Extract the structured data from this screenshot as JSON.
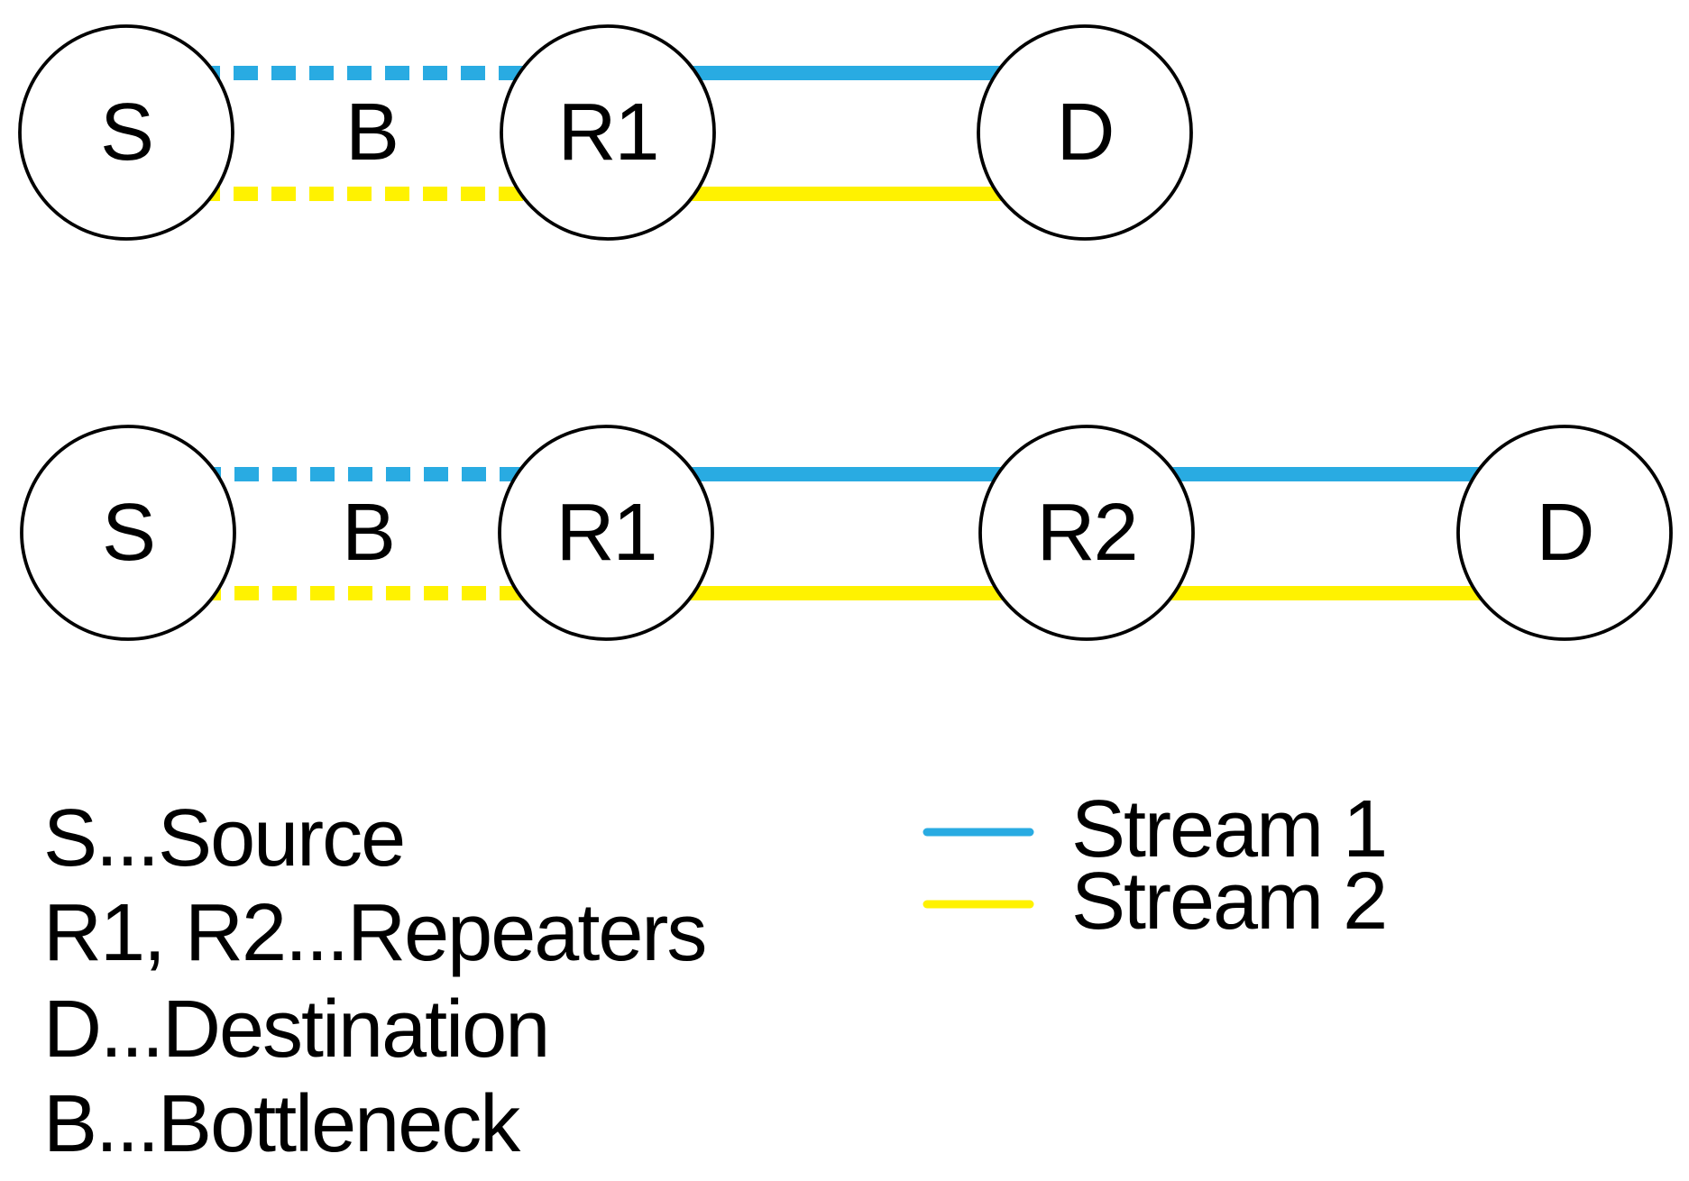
{
  "colors": {
    "stream1": "#29ABE2",
    "stream2": "#FFF200",
    "node_fill": "#FFFFFF",
    "node_stroke": "#000000",
    "text": "#000000",
    "background": "#FFFFFF"
  },
  "diagram1": {
    "description": "single repeater topology",
    "nodes": [
      {
        "label": "S"
      },
      {
        "label": "R1"
      },
      {
        "label": "D"
      }
    ],
    "bottleneck_label": "B"
  },
  "diagram2": {
    "description": "two repeater topology",
    "nodes": [
      {
        "label": "S"
      },
      {
        "label": "R1"
      },
      {
        "label": "R2"
      },
      {
        "label": "D"
      }
    ],
    "bottleneck_label": "B"
  },
  "legend": {
    "definitions": [
      {
        "text": "S...Source"
      },
      {
        "text": "R1, R2...Repeaters"
      },
      {
        "text": "D...Destination"
      },
      {
        "text": "B...Bottleneck"
      }
    ],
    "streams": [
      {
        "label": "Stream 1",
        "color": "#29ABE2"
      },
      {
        "label": "Stream 2",
        "color": "#FFF200"
      }
    ]
  }
}
